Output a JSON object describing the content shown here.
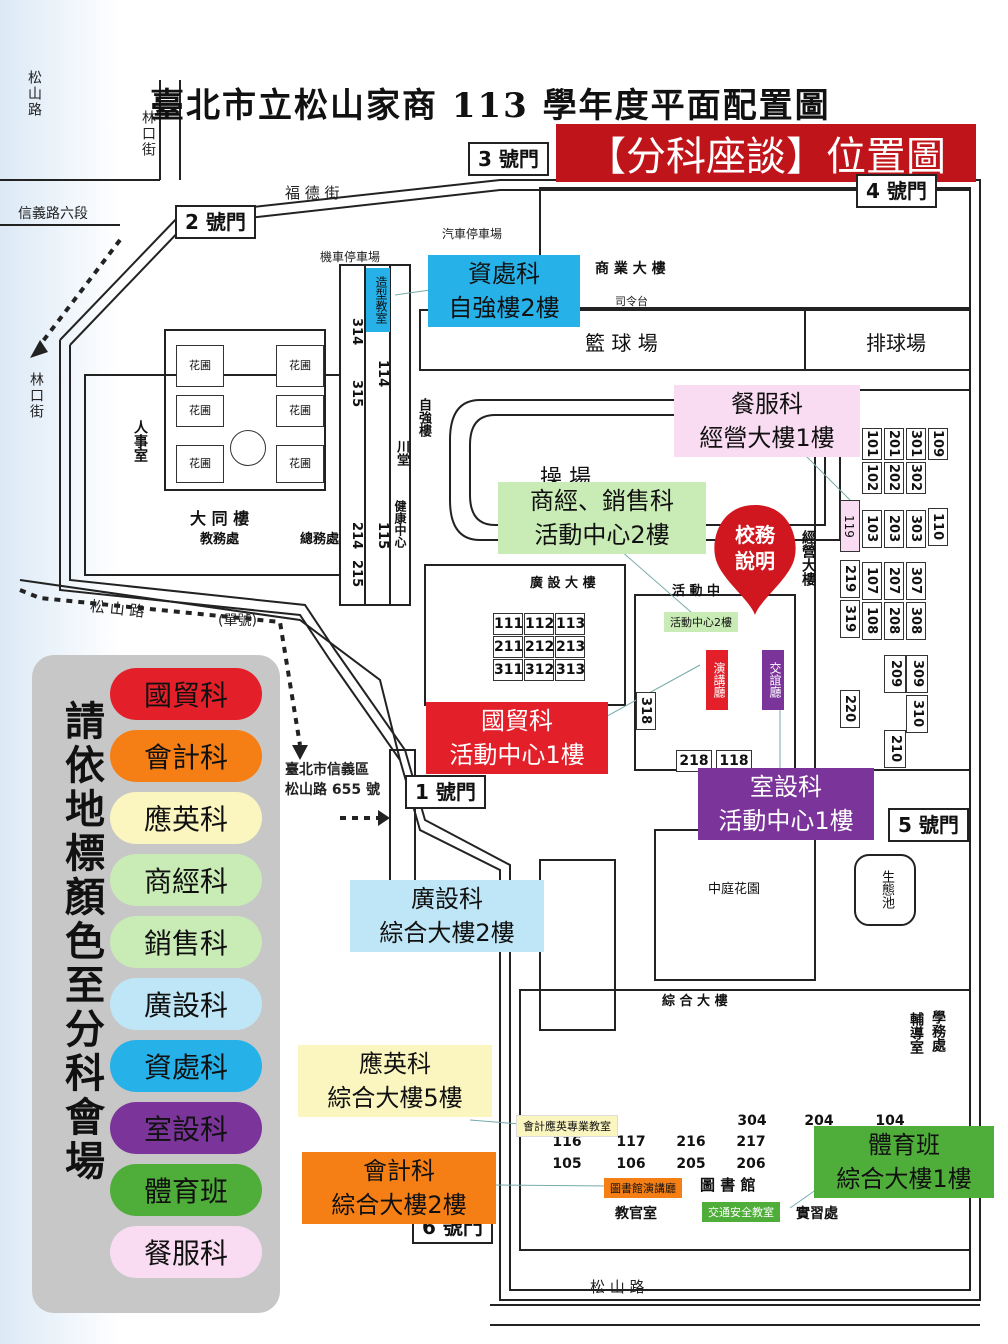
{
  "title": "臺北市立松山家商 113 學年度平面配置圖",
  "banner": "【分科座談】位置圖",
  "streets": {
    "songshan_top": "松山路",
    "linkou_top": "林口街",
    "fude": "福  德  街",
    "xinyi": "信義路六段",
    "linkou_left": "林口街",
    "songshan_left": "松    山    路",
    "songshan_note": "(單號)",
    "songshan_bottom": "松          山          路",
    "address": "臺北市信義區\n松山路 655 號"
  },
  "gates": [
    "1 號門",
    "2 號門",
    "3 號門",
    "4 號門",
    "5 號門",
    "6 號門"
  ],
  "buildings": {
    "datong": "大  同  樓",
    "shangye": "商  業  大  樓",
    "jingying": "經營大樓",
    "ziqiang": "自強樓",
    "huodong": "活  動  中",
    "guangshe": "廣  設  大  樓",
    "zonghe": "綜  合  大  樓",
    "library": "圖    書    館",
    "basketball": "籃  球  場",
    "volleyball": "排球場",
    "field": "操            場",
    "garden": "中庭花園",
    "eco": "生態池",
    "parking_car": "汽車停車場",
    "parking_moto": "機車停車場",
    "siling": "司令台",
    "chuantang": "川堂",
    "health": "健康中心",
    "jiaowu": "教務處",
    "zongwu": "總務處",
    "renshi": "人事室",
    "xuewu": "學務處",
    "fudao": "輔導室",
    "jiaoguan": "教官室",
    "shixi": "實習處",
    "huaxiang": "花圃"
  },
  "rooms": {
    "row_314": [
      "314",
      "315",
      "214",
      "215"
    ],
    "row_114": [
      "114",
      "115"
    ],
    "guangshe_rooms": [
      "111",
      "112",
      "113",
      "211",
      "212",
      "213",
      "311",
      "312",
      "313"
    ],
    "jingying_cols": [
      [
        "101",
        "102",
        "103",
        "107",
        "108"
      ],
      [
        "201",
        "202",
        "203",
        "207",
        "208"
      ],
      [
        "301",
        "302",
        "303",
        "307",
        "308"
      ],
      [
        "109",
        "110"
      ]
    ],
    "jingying_extra": [
      "119",
      "219",
      "319",
      "220",
      "209",
      "210",
      "309",
      "310"
    ],
    "activity": [
      "218",
      "118",
      "318"
    ],
    "zonghe_rooms": [
      "304",
      "204",
      "104",
      "116",
      "117",
      "216",
      "217",
      "105",
      "106",
      "205",
      "206"
    ]
  },
  "callouts": {
    "zichu": [
      "資處科",
      "自強樓2樓"
    ],
    "canfu": [
      "餐服科",
      "經營大樓1樓"
    ],
    "shangjing": [
      "商經、銷售科",
      "活動中心2樓"
    ],
    "guomao": [
      "國貿科",
      "活動中心1樓"
    ],
    "shishe": [
      "室設科",
      "活動中心1樓"
    ],
    "guangshe": [
      "廣設科",
      "綜合大樓2樓"
    ],
    "yingying": [
      "應英科",
      "綜合大樓5樓"
    ],
    "kuaiji": [
      "會計科",
      "綜合大樓2樓"
    ],
    "tiyu": [
      "體育班",
      "綜合大樓1樓"
    ],
    "xiaowu": "校務說明"
  },
  "small_tags": {
    "zaoxing": "造型教室",
    "huodong2": "活動中心2樓",
    "yanjiang": "演講廳",
    "jiaoguan_hall": "交誼廳",
    "kuaiji_room": "會計應英專業教室",
    "library_hall": "圖書館演講廳",
    "traffic": "交通安全教室"
  },
  "legend": {
    "heading": "請依地標顏色至分科會場",
    "items": [
      {
        "label": "國貿科",
        "color": "#e3202a"
      },
      {
        "label": "會計科",
        "color": "#f57f15"
      },
      {
        "label": "應英科",
        "color": "#fbf6c0"
      },
      {
        "label": "商經科",
        "color": "#c9ebb5"
      },
      {
        "label": "銷售科",
        "color": "#c9ebb5"
      },
      {
        "label": "廣設科",
        "color": "#bfe6f6"
      },
      {
        "label": "資處科",
        "color": "#26b1e8"
      },
      {
        "label": "室設科",
        "color": "#7b349a"
      },
      {
        "label": "體育班",
        "color": "#4fad3a"
      },
      {
        "label": "餐服科",
        "color": "#f9dcf2"
      }
    ]
  },
  "colors": {
    "banner": "#c0141b",
    "pin": "#d0161e"
  }
}
